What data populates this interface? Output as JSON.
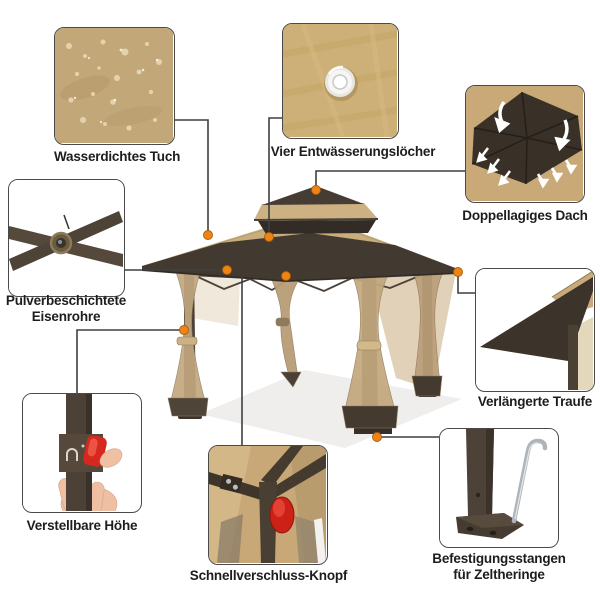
{
  "diagram": {
    "kind": "product-feature-callout-diagram",
    "subject": "pop-up-gazebo",
    "language": "de"
  },
  "labels": {
    "waterproof_fabric": "Wasserdichtes Tuch",
    "drainage_holes": "Vier Entwässerungslöcher",
    "double_roof": "Doppellagiges Dach",
    "powder_coated_line1": "Pulverbeschichtete",
    "powder_coated_line2": "Eisenrohre",
    "extended_eaves": "Verlängerte Traufe",
    "adjustable_height": "Verstellbare Höhe",
    "quick_release": "Schnellverschluss-Knopf",
    "stake_rods_line1": "Befestigungsstangen",
    "stake_rods_line2": "für Zeltheringe"
  },
  "colors": {
    "canopy_tan": "#c9ad7c",
    "roof_dark_brown": "#423a31",
    "frame_brown": "#4a4036",
    "mesh_tan": "#c2a87f",
    "connector_dot_orange": "#ef8414",
    "connector_line": "#3f3f3f",
    "accent_red_button": "#d6281e",
    "label_text": "#1d1d1d",
    "box_border": "#4a4a4a",
    "ground_shadow": "#efeeec"
  }
}
